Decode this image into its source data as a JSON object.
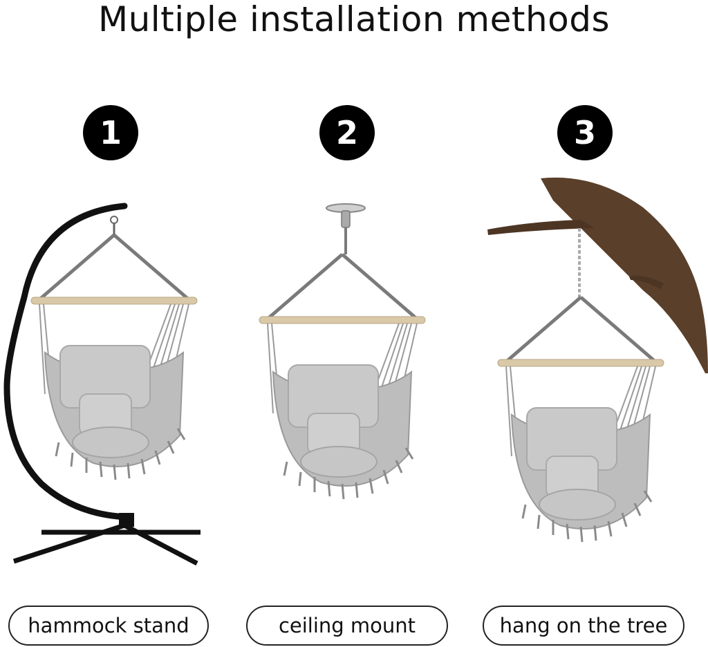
{
  "title": "Multiple installation methods",
  "methods": [
    {
      "number": "1",
      "label": "hammock stand",
      "icon": "hammock-stand-chair"
    },
    {
      "number": "2",
      "label": "ceiling mount",
      "icon": "ceiling-mount-chair"
    },
    {
      "number": "3",
      "label": "hang on the tree",
      "icon": "tree-hang-chair"
    }
  ],
  "colors": {
    "fabric": "#bdbdbd",
    "fabric_dark": "#8f8f8f",
    "rope": "#7a7a7a",
    "bar": "#d9c9a8",
    "stand": "#111111",
    "branch": "#5a3f2a"
  }
}
